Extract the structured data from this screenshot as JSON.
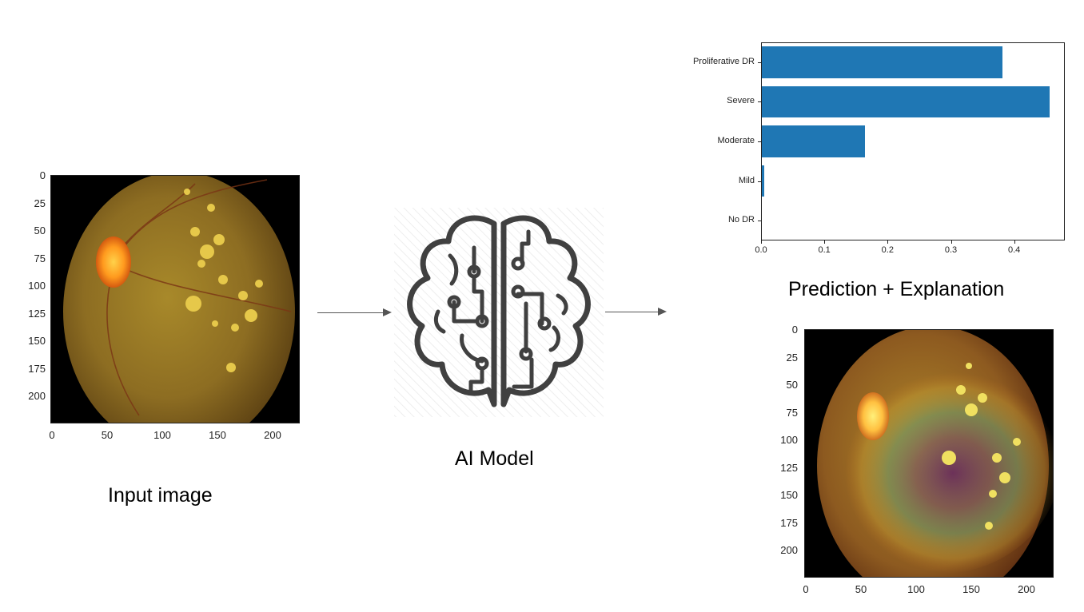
{
  "captions": {
    "input": "Input image",
    "model": "AI Model",
    "output": "Prediction + Explanation"
  },
  "image_axes": {
    "y_ticks": [
      "0",
      "25",
      "50",
      "75",
      "100",
      "125",
      "150",
      "175",
      "200"
    ],
    "x_ticks": [
      "0",
      "50",
      "100",
      "150",
      "200"
    ]
  },
  "chart_data": {
    "type": "bar",
    "orientation": "horizontal",
    "categories": [
      "No DR",
      "Mild",
      "Moderate",
      "Severe",
      "Proliferative DR"
    ],
    "values": [
      0.0,
      0.004,
      0.163,
      0.455,
      0.38
    ],
    "xlim": [
      0,
      0.48
    ],
    "x_ticks": [
      "0.0",
      "0.1",
      "0.2",
      "0.3",
      "0.4"
    ],
    "bar_color": "#1f77b4",
    "grid": false
  },
  "colors": {
    "arrow": "#555555",
    "brain_icon": "#404040",
    "fundus_background": "#000000"
  },
  "icons": {
    "model": "brain-circuit-icon"
  }
}
